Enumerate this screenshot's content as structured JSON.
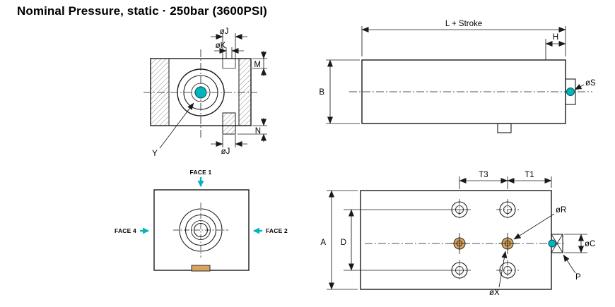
{
  "title": "Nominal Pressure, static · 250bar (3600PSI)",
  "colors": {
    "accent": "#00b4ba",
    "port": "#d8a35c",
    "line": "#1a1a1a"
  },
  "front_view": {
    "dia_j_top": "øJ",
    "dia_k": "øK",
    "m": "M",
    "n": "N",
    "dia_j_bottom": "øJ",
    "y": "Y"
  },
  "side_view": {
    "l_stroke": "L + Stroke",
    "h": "H",
    "b": "B",
    "dia_s": "øS"
  },
  "face_view": {
    "face1": "FACE 1",
    "face2": "FACE 2",
    "face4": "FACE 4"
  },
  "top_view": {
    "t3": "T3",
    "t1": "T1",
    "a": "A",
    "d": "D",
    "dia_r": "øR",
    "dia_c": "øC",
    "p": "P",
    "dia_x": "øX"
  }
}
